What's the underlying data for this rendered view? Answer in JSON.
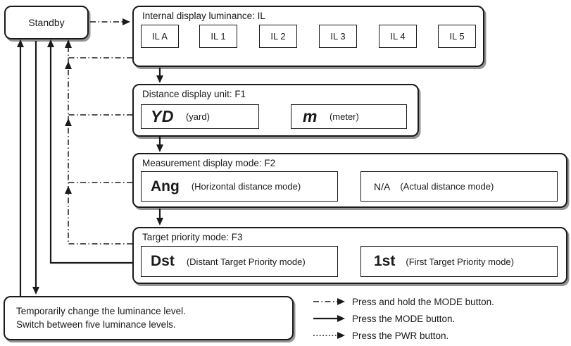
{
  "standby": {
    "label": "Standby"
  },
  "sections": {
    "il": {
      "title": "Internal display luminance: IL",
      "items": [
        "IL A",
        "IL 1",
        "IL 2",
        "IL 3",
        "IL 4",
        "IL 5"
      ]
    },
    "f1": {
      "title": "Distance display unit: F1",
      "left": {
        "code": "YD",
        "desc": "(yard)"
      },
      "right": {
        "code": "m",
        "desc": "(meter)"
      }
    },
    "f2": {
      "title": "Measurement display mode: F2",
      "left": {
        "code": "Ang",
        "desc": "(Horizontal distance mode)"
      },
      "right": {
        "code": "N/A",
        "desc": "(Actual distance mode)"
      }
    },
    "f3": {
      "title": "Target priority mode: F3",
      "left": {
        "code": "Dst",
        "desc": "(Distant Target Priority mode)"
      },
      "right": {
        "code": "1st",
        "desc": "(First Target Priority mode)"
      }
    }
  },
  "note": {
    "line1": "Temporarily change the luminance level.",
    "line2": "Switch between five luminance levels."
  },
  "legend": {
    "press_hold_mode": "Press and hold the MODE button.",
    "press_mode": "Press the MODE button.",
    "press_pwr": "Press the PWR button."
  },
  "colors": {
    "line": "#1a1a1a",
    "background": "#ffffff"
  }
}
